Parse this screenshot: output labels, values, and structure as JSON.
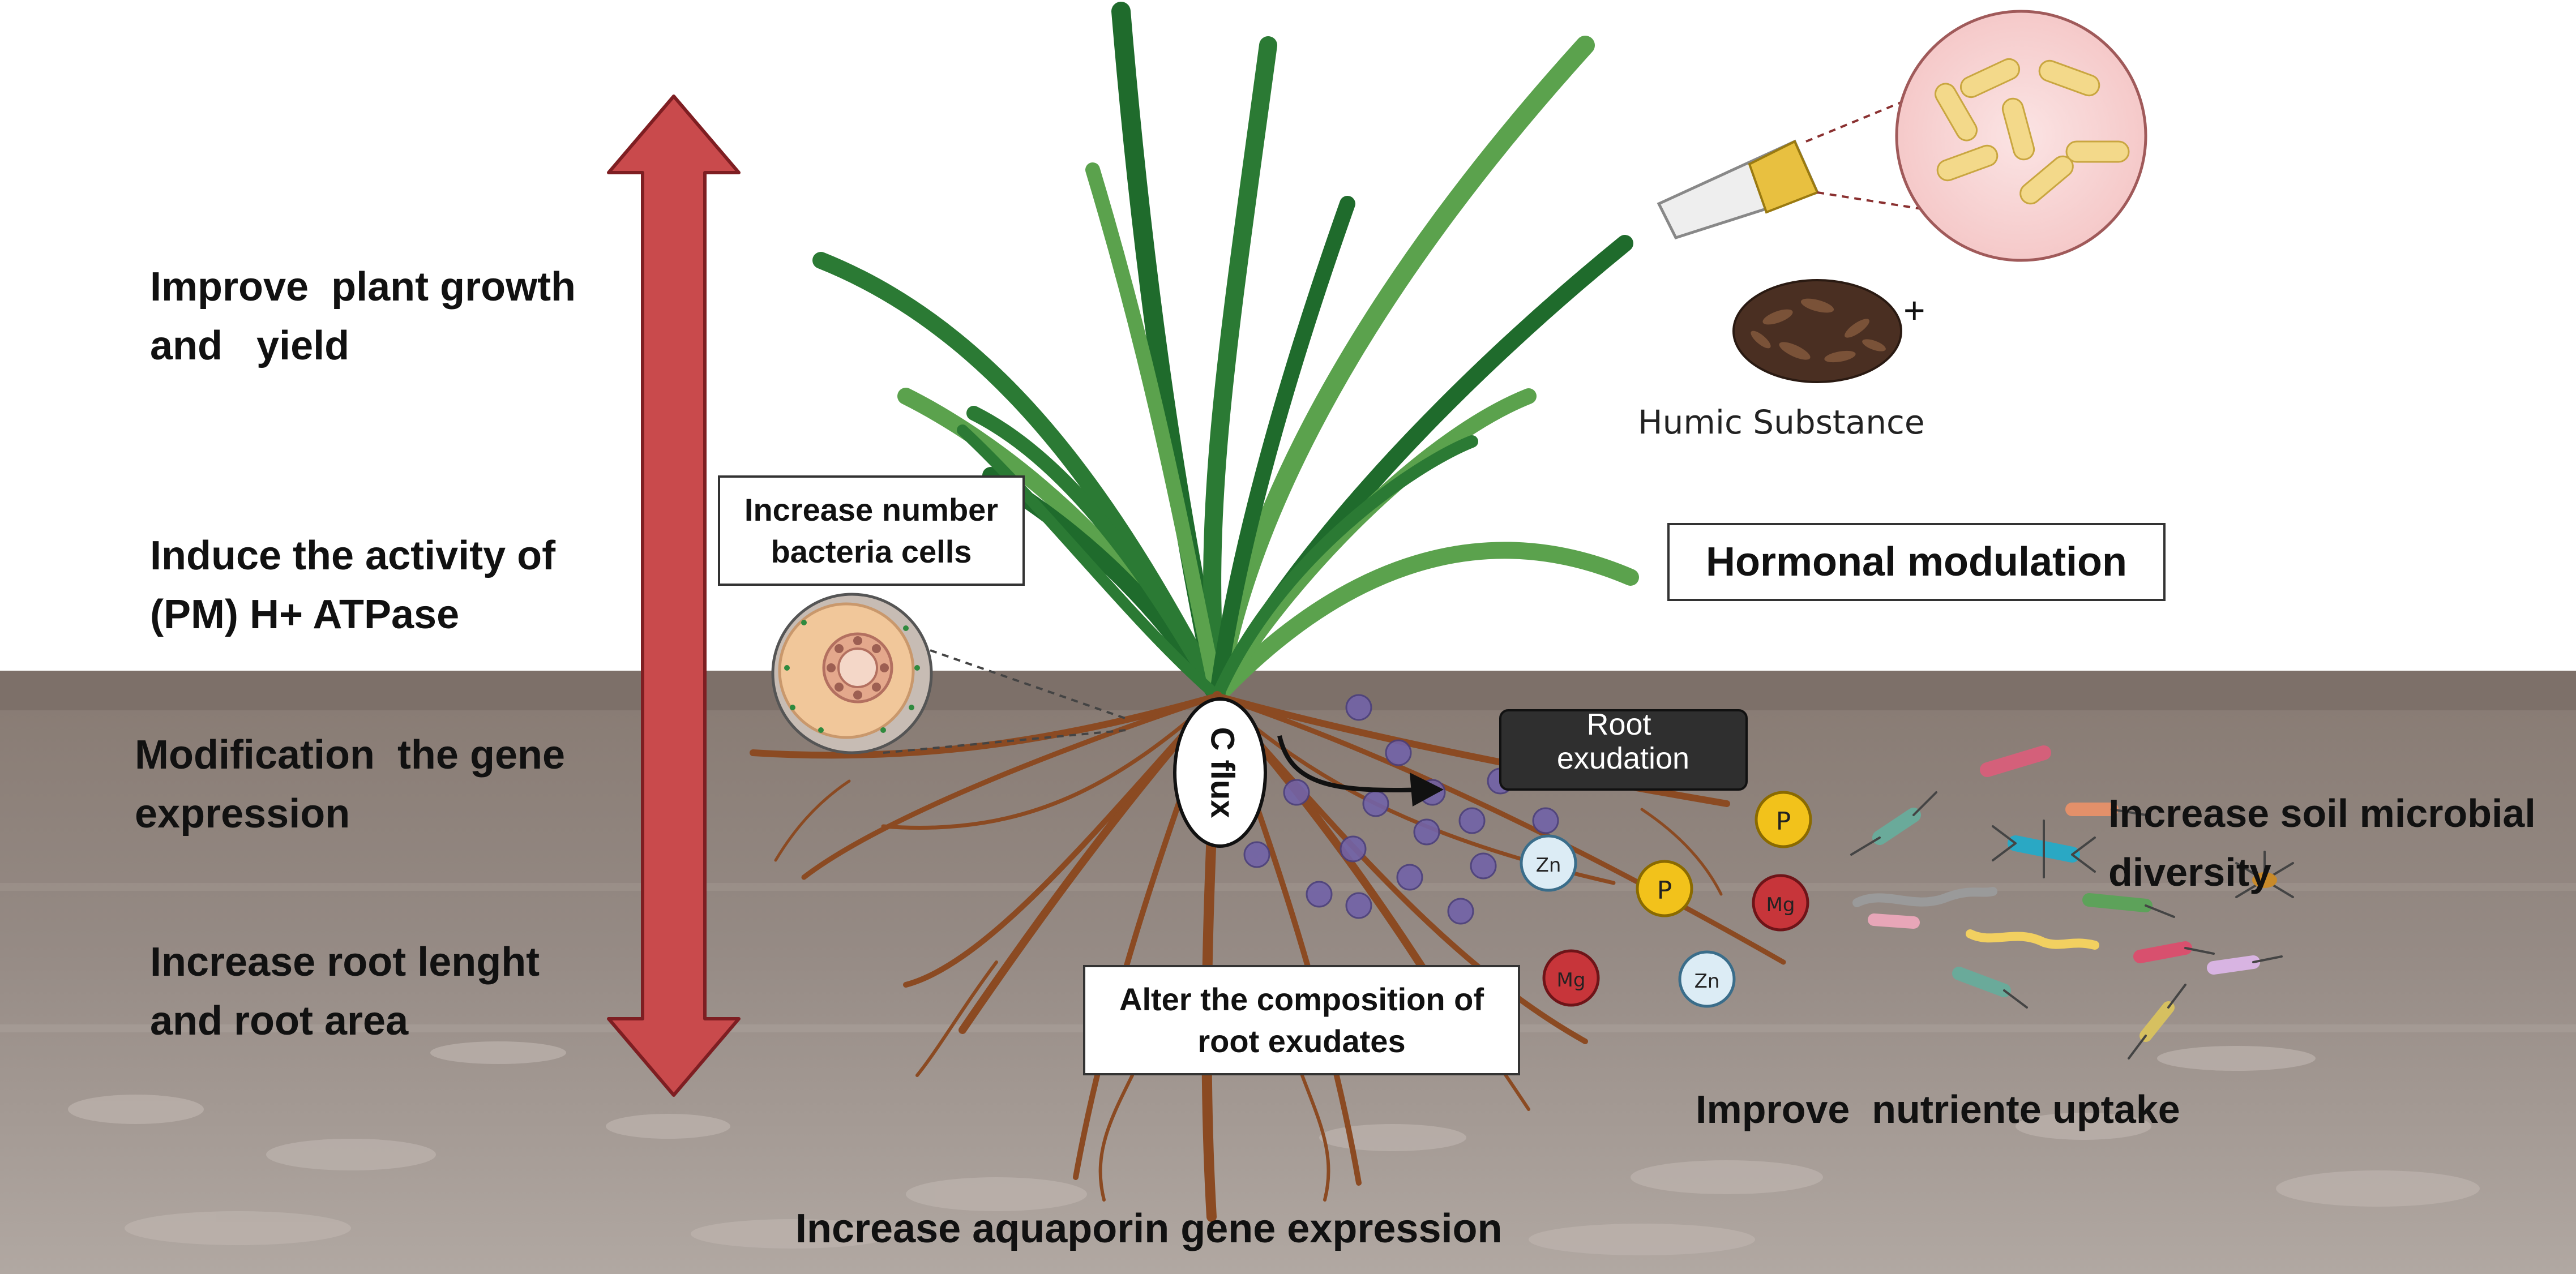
{
  "left_labels": {
    "growth": "Improve  plant growth\nand   yield",
    "atpase": "Induce the activity of\n(PM) H+ ATPase",
    "gene": "Modification  the gene\nexpression",
    "root": "Increase root lenght\nand root area"
  },
  "boxes": {
    "bacteria": "Increase number\nbacteria cells",
    "hormonal": "Hormonal modulation",
    "exudates": "Alter the composition of\nroot exudates"
  },
  "humic": {
    "plus": "+",
    "label": "Humic Substance"
  },
  "root_system": {
    "c_flux": "C flux",
    "exudation": "Root\nexudation"
  },
  "right_labels": {
    "diversity": "Increase soil microbial\ndiversity",
    "uptake": "Improve  nutriente uptake"
  },
  "bottom_label": "Increase aquaporin gene expression",
  "nutrients": {
    "p": "P",
    "zn": "Zn",
    "mg": "Mg"
  },
  "colors": {
    "arrow": "#c94a4c",
    "soil_top": "#8a7e76",
    "soil_bottom": "#a79c95",
    "root": "#8b4a22",
    "leaf_dark": "#1f6b2c",
    "leaf_light": "#5ba24d",
    "phosphorus": "#f2c21b",
    "magnesium": "#c7353a",
    "zinc": "#dcecf5"
  }
}
